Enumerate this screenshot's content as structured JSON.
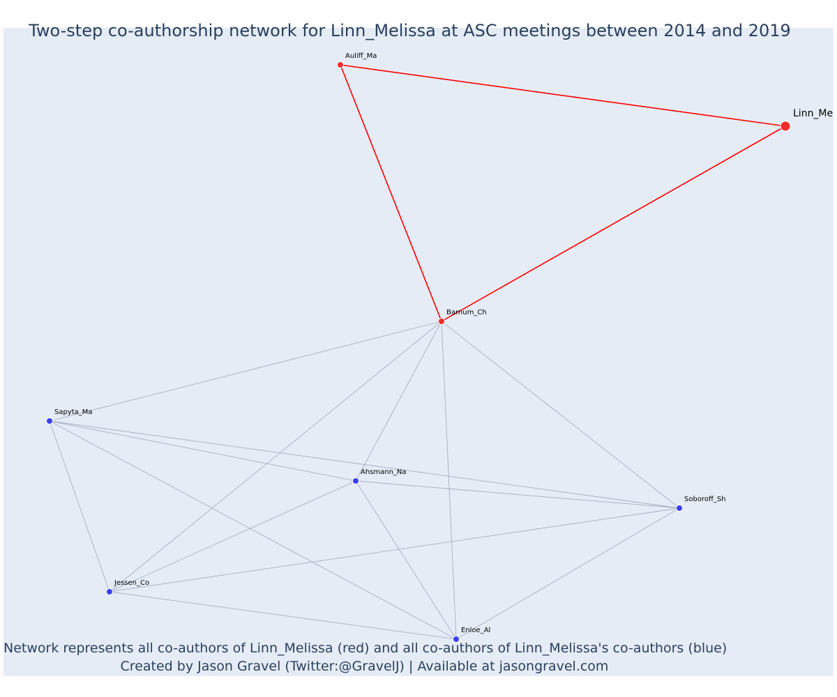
{
  "title": "Two-step co-authorship network for Linn_Melissa at ASC meetings between 2014 and 2019",
  "caption": {
    "line1": "Network represents all co-authors of Linn_Melissa (red) and all co-authors of Linn_Melissa's co-authors (blue)",
    "line2": "Created by Jason Gravel (Twitter:@GravelJ) | Available at jasongravel.com"
  },
  "colors": {
    "background": "#e5ecf6",
    "red_node": "#ef2b2b",
    "blue_node": "#3a3ef0",
    "red_edge": "#ff0000",
    "gray_edge": "#a9adc0",
    "title_text": "#2a3f5f"
  },
  "network": {
    "nodes": [
      {
        "id": "linn",
        "label": "Linn_Me",
        "group": "focal"
      },
      {
        "id": "auliff",
        "label": "Auliff_Ma",
        "group": "red"
      },
      {
        "id": "barnum",
        "label": "Barnum_Ch",
        "group": "red"
      },
      {
        "id": "sapyta",
        "label": "Sapyta_Ma",
        "group": "blue"
      },
      {
        "id": "ahsmann",
        "label": "Ahsmann_Na",
        "group": "blue"
      },
      {
        "id": "soboroff",
        "label": "Soboroff_Sh",
        "group": "blue"
      },
      {
        "id": "jessen",
        "label": "Jessen_Co",
        "group": "blue"
      },
      {
        "id": "enloe",
        "label": "Enloe_Al",
        "group": "blue"
      }
    ],
    "edges": [
      {
        "source": "auliff",
        "target": "linn",
        "kind": "red"
      },
      {
        "source": "auliff",
        "target": "barnum",
        "kind": "red"
      },
      {
        "source": "barnum",
        "target": "linn",
        "kind": "red"
      },
      {
        "source": "barnum",
        "target": "sapyta",
        "kind": "gray"
      },
      {
        "source": "barnum",
        "target": "jessen",
        "kind": "gray"
      },
      {
        "source": "barnum",
        "target": "ahsmann",
        "kind": "gray"
      },
      {
        "source": "barnum",
        "target": "enloe",
        "kind": "gray"
      },
      {
        "source": "barnum",
        "target": "soboroff",
        "kind": "gray"
      },
      {
        "source": "sapyta",
        "target": "ahsmann",
        "kind": "gray"
      },
      {
        "source": "sapyta",
        "target": "soboroff",
        "kind": "gray"
      },
      {
        "source": "sapyta",
        "target": "jessen",
        "kind": "gray"
      },
      {
        "source": "sapyta",
        "target": "enloe",
        "kind": "gray"
      },
      {
        "source": "ahsmann",
        "target": "soboroff",
        "kind": "gray"
      },
      {
        "source": "ahsmann",
        "target": "jessen",
        "kind": "gray"
      },
      {
        "source": "ahsmann",
        "target": "enloe",
        "kind": "gray"
      },
      {
        "source": "jessen",
        "target": "soboroff",
        "kind": "gray"
      },
      {
        "source": "jessen",
        "target": "enloe",
        "kind": "gray"
      },
      {
        "source": "enloe",
        "target": "soboroff",
        "kind": "gray"
      }
    ]
  }
}
